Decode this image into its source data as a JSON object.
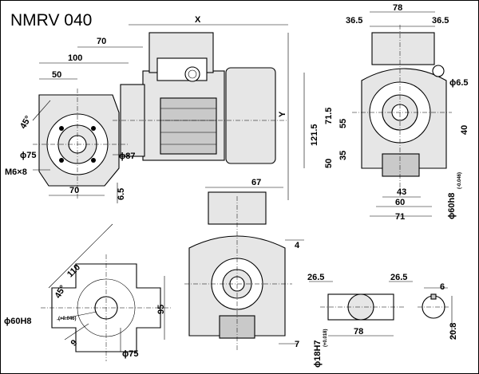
{
  "title": "NMRV 040",
  "dimensions": {
    "side_view": {
      "d70": "70",
      "d100": "100",
      "d50": "50",
      "angle": "45°",
      "d75": "ϕ75",
      "d87": "ϕ87",
      "m6": "M6×8",
      "d70b": "70",
      "d65": "6.5",
      "x": "X",
      "y": "Y"
    },
    "front_view": {
      "d78": "78",
      "d365a": "36.5",
      "d365b": "36.5",
      "d65": "ϕ6.5",
      "d1215": "121.5",
      "d715": "71.5",
      "d55": "55",
      "d50": "50",
      "d35": "35",
      "d40": "40",
      "d43": "43",
      "d60": "60",
      "d71": "71",
      "d60h8": "ϕ60h8",
      "d60h8_tol": "(-0.046)"
    },
    "flange_view": {
      "d110": "110",
      "angle": "45°",
      "d95": "95",
      "d60h8": "ϕ60H8",
      "d60h8_tol": "(+0.046)",
      "d9": "9",
      "d75": "ϕ75"
    },
    "bottom_view": {
      "d67": "67",
      "d4": "4",
      "d7": "7",
      "d18h7": "ϕ18H7",
      "d18h7_tol": "(+0.018)"
    },
    "shaft_view": {
      "d265a": "26.5",
      "d265b": "26.5",
      "d78": "78",
      "d6": "6",
      "d208": "20.8"
    }
  }
}
